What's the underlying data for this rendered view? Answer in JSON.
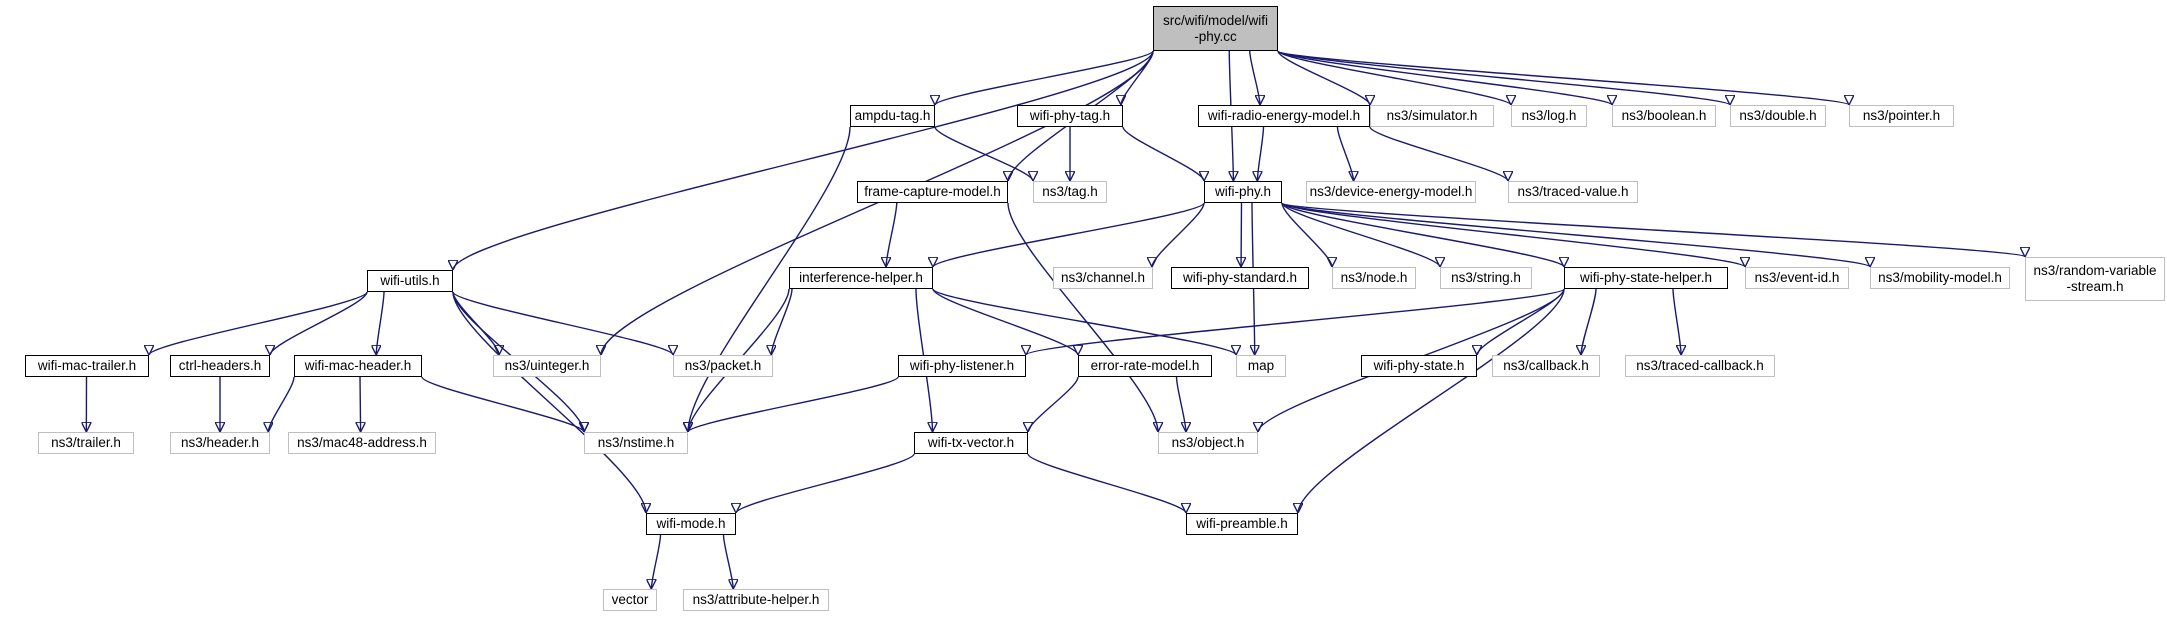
{
  "diagram": {
    "edge_color": "#191970",
    "root_fill": "#bfbfbf",
    "external_border": "#bfbfbf",
    "local_border": "#000000",
    "nodes": [
      {
        "id": "root",
        "label": "src/wifi/model/wifi\n-phy.cc",
        "kind": "root"
      },
      {
        "id": "wifi-utils",
        "label": "wifi-utils.h",
        "kind": "local"
      },
      {
        "id": "ampdu-tag",
        "label": "ampdu-tag.h",
        "kind": "local"
      },
      {
        "id": "wifi-phy-tag",
        "label": "wifi-phy-tag.h",
        "kind": "local"
      },
      {
        "id": "wifi-radio-energy-model",
        "label": "wifi-radio-energy-model.h",
        "kind": "local"
      },
      {
        "id": "simulator",
        "label": "ns3/simulator.h",
        "kind": "external"
      },
      {
        "id": "log",
        "label": "ns3/log.h",
        "kind": "external"
      },
      {
        "id": "boolean",
        "label": "ns3/boolean.h",
        "kind": "external"
      },
      {
        "id": "double",
        "label": "ns3/double.h",
        "kind": "external"
      },
      {
        "id": "pointer",
        "label": "ns3/pointer.h",
        "kind": "external"
      },
      {
        "id": "frame-capture-model",
        "label": "frame-capture-model.h",
        "kind": "local"
      },
      {
        "id": "tag",
        "label": "ns3/tag.h",
        "kind": "external"
      },
      {
        "id": "wifi-phy",
        "label": "wifi-phy.h",
        "kind": "local"
      },
      {
        "id": "device-energy-model",
        "label": "ns3/device-energy-model.h",
        "kind": "external"
      },
      {
        "id": "traced-value",
        "label": "ns3/traced-value.h",
        "kind": "external"
      },
      {
        "id": "interference-helper",
        "label": "interference-helper.h",
        "kind": "local"
      },
      {
        "id": "channel",
        "label": "ns3/channel.h",
        "kind": "external"
      },
      {
        "id": "wifi-phy-standard",
        "label": "wifi-phy-standard.h",
        "kind": "local"
      },
      {
        "id": "node",
        "label": "ns3/node.h",
        "kind": "external"
      },
      {
        "id": "string",
        "label": "ns3/string.h",
        "kind": "external"
      },
      {
        "id": "wifi-phy-state-helper",
        "label": "wifi-phy-state-helper.h",
        "kind": "local"
      },
      {
        "id": "event-id",
        "label": "ns3/event-id.h",
        "kind": "external"
      },
      {
        "id": "mobility-model",
        "label": "ns3/mobility-model.h",
        "kind": "external"
      },
      {
        "id": "random-variable-stream",
        "label": "ns3/random-variable\n-stream.h",
        "kind": "external"
      },
      {
        "id": "wifi-mac-trailer",
        "label": "wifi-mac-trailer.h",
        "kind": "local"
      },
      {
        "id": "ctrl-headers",
        "label": "ctrl-headers.h",
        "kind": "local"
      },
      {
        "id": "wifi-mac-header",
        "label": "wifi-mac-header.h",
        "kind": "local"
      },
      {
        "id": "uinteger",
        "label": "ns3/uinteger.h",
        "kind": "external"
      },
      {
        "id": "packet",
        "label": "ns3/packet.h",
        "kind": "external"
      },
      {
        "id": "wifi-phy-listener",
        "label": "wifi-phy-listener.h",
        "kind": "local"
      },
      {
        "id": "error-rate-model",
        "label": "error-rate-model.h",
        "kind": "local"
      },
      {
        "id": "map",
        "label": "map",
        "kind": "external"
      },
      {
        "id": "wifi-phy-state",
        "label": "wifi-phy-state.h",
        "kind": "local"
      },
      {
        "id": "callback",
        "label": "ns3/callback.h",
        "kind": "external"
      },
      {
        "id": "traced-callback",
        "label": "ns3/traced-callback.h",
        "kind": "external"
      },
      {
        "id": "trailer",
        "label": "ns3/trailer.h",
        "kind": "external"
      },
      {
        "id": "header",
        "label": "ns3/header.h",
        "kind": "external"
      },
      {
        "id": "mac48-address",
        "label": "ns3/mac48-address.h",
        "kind": "external"
      },
      {
        "id": "nstime",
        "label": "ns3/nstime.h",
        "kind": "external"
      },
      {
        "id": "wifi-tx-vector",
        "label": "wifi-tx-vector.h",
        "kind": "local"
      },
      {
        "id": "object",
        "label": "ns3/object.h",
        "kind": "external"
      },
      {
        "id": "wifi-mode",
        "label": "wifi-mode.h",
        "kind": "local"
      },
      {
        "id": "wifi-preamble",
        "label": "wifi-preamble.h",
        "kind": "local"
      },
      {
        "id": "vector",
        "label": "vector",
        "kind": "external"
      },
      {
        "id": "attribute-helper",
        "label": "ns3/attribute-helper.h",
        "kind": "external"
      }
    ],
    "edges": [
      [
        "root",
        "wifi-utils"
      ],
      [
        "root",
        "ampdu-tag"
      ],
      [
        "root",
        "wifi-phy-tag"
      ],
      [
        "root",
        "wifi-radio-energy-model"
      ],
      [
        "root",
        "simulator"
      ],
      [
        "root",
        "log"
      ],
      [
        "root",
        "boolean"
      ],
      [
        "root",
        "double"
      ],
      [
        "root",
        "pointer"
      ],
      [
        "root",
        "frame-capture-model"
      ],
      [
        "root",
        "wifi-phy"
      ],
      [
        "root",
        "uinteger"
      ],
      [
        "ampdu-tag",
        "tag"
      ],
      [
        "ampdu-tag",
        "nstime"
      ],
      [
        "wifi-phy-tag",
        "tag"
      ],
      [
        "wifi-phy-tag",
        "wifi-phy"
      ],
      [
        "wifi-radio-energy-model",
        "wifi-phy"
      ],
      [
        "wifi-radio-energy-model",
        "device-energy-model"
      ],
      [
        "wifi-radio-energy-model",
        "traced-value"
      ],
      [
        "frame-capture-model",
        "interference-helper"
      ],
      [
        "frame-capture-model",
        "object"
      ],
      [
        "wifi-phy",
        "interference-helper"
      ],
      [
        "wifi-phy",
        "channel"
      ],
      [
        "wifi-phy",
        "wifi-phy-standard"
      ],
      [
        "wifi-phy",
        "node"
      ],
      [
        "wifi-phy",
        "string"
      ],
      [
        "wifi-phy",
        "wifi-phy-state-helper"
      ],
      [
        "wifi-phy",
        "event-id"
      ],
      [
        "wifi-phy",
        "mobility-model"
      ],
      [
        "wifi-phy",
        "random-variable-stream"
      ],
      [
        "wifi-phy",
        "map"
      ],
      [
        "wifi-utils",
        "wifi-mac-trailer"
      ],
      [
        "wifi-utils",
        "ctrl-headers"
      ],
      [
        "wifi-utils",
        "wifi-mac-header"
      ],
      [
        "wifi-utils",
        "uinteger"
      ],
      [
        "wifi-utils",
        "packet"
      ],
      [
        "wifi-utils",
        "nstime"
      ],
      [
        "wifi-utils",
        "wifi-mode"
      ],
      [
        "interference-helper",
        "packet"
      ],
      [
        "interference-helper",
        "nstime"
      ],
      [
        "interference-helper",
        "error-rate-model"
      ],
      [
        "interference-helper",
        "wifi-tx-vector"
      ],
      [
        "interference-helper",
        "map"
      ],
      [
        "wifi-phy-state-helper",
        "wifi-phy-listener"
      ],
      [
        "wifi-phy-state-helper",
        "wifi-phy-state"
      ],
      [
        "wifi-phy-state-helper",
        "callback"
      ],
      [
        "wifi-phy-state-helper",
        "traced-callback"
      ],
      [
        "wifi-phy-state-helper",
        "object"
      ],
      [
        "wifi-phy-state-helper",
        "wifi-preamble"
      ],
      [
        "wifi-mac-trailer",
        "trailer"
      ],
      [
        "ctrl-headers",
        "header"
      ],
      [
        "wifi-mac-header",
        "header"
      ],
      [
        "wifi-mac-header",
        "mac48-address"
      ],
      [
        "wifi-mac-header",
        "nstime"
      ],
      [
        "wifi-phy-listener",
        "nstime"
      ],
      [
        "error-rate-model",
        "wifi-tx-vector"
      ],
      [
        "error-rate-model",
        "object"
      ],
      [
        "wifi-tx-vector",
        "wifi-mode"
      ],
      [
        "wifi-tx-vector",
        "wifi-preamble"
      ],
      [
        "wifi-mode",
        "vector"
      ],
      [
        "wifi-mode",
        "attribute-helper"
      ]
    ]
  }
}
